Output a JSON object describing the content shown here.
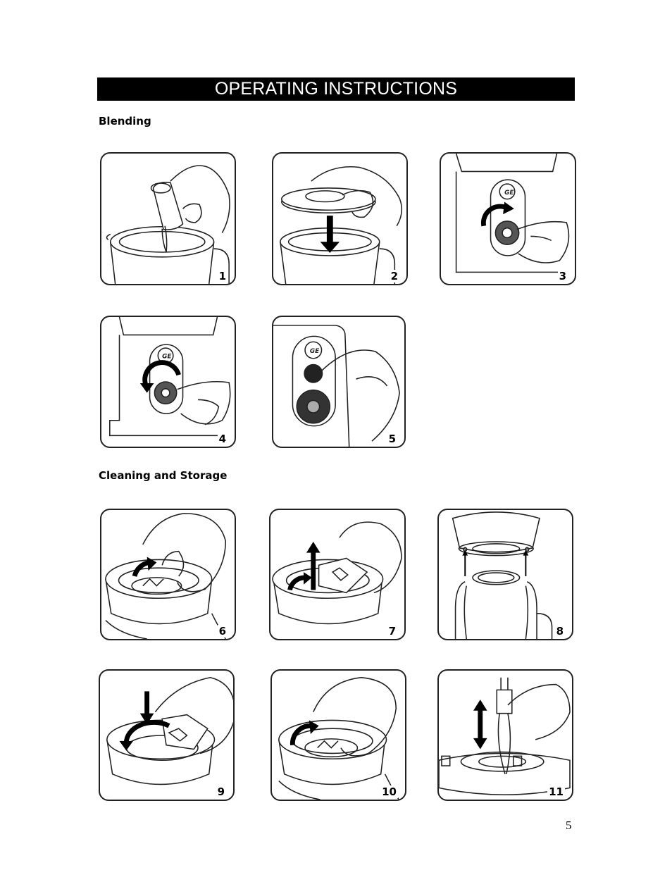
{
  "header": {
    "title": "OPERATING INSTRUCTIONS"
  },
  "sections": {
    "blending": {
      "heading": "Blending"
    },
    "cleaning": {
      "heading": "Cleaning and Storage"
    }
  },
  "steps": {
    "s1": {
      "number": "1",
      "icon": "pour-ingredients-icon"
    },
    "s2": {
      "number": "2",
      "icon": "place-lid-icon"
    },
    "s3": {
      "number": "3",
      "icon": "turn-dial-on-icon"
    },
    "s4": {
      "number": "4",
      "icon": "turn-dial-off-icon"
    },
    "s5": {
      "number": "5",
      "icon": "press-pulse-icon"
    },
    "s6": {
      "number": "6",
      "icon": "twist-blade-icon"
    },
    "s7": {
      "number": "7",
      "icon": "lift-blade-icon"
    },
    "s8": {
      "number": "8",
      "icon": "jar-base-icon"
    },
    "s9": {
      "number": "9",
      "icon": "insert-blade-icon"
    },
    "s10": {
      "number": "10",
      "icon": "lock-blade-icon"
    },
    "s11": {
      "number": "11",
      "icon": "cord-storage-icon"
    }
  },
  "footer": {
    "page_number": "5"
  }
}
